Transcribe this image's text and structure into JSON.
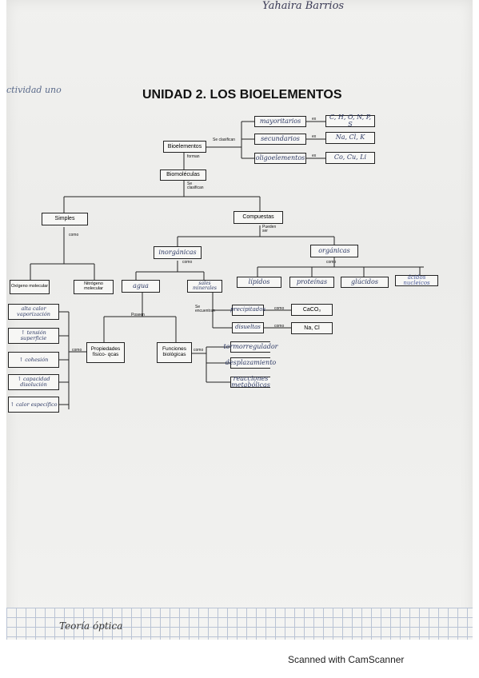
{
  "header": {
    "student_name": "Yahaira Barrios",
    "activity": "ctividad uno",
    "title": "UNIDAD 2. LOS BIOELEMENTOS"
  },
  "map": {
    "bioelementos": "Bioelementos",
    "se_clasifican": "Se clasifican",
    "forman": "forman",
    "mayoritarios": "mayoritarios",
    "secundarios": "secundarios",
    "oligoelementos": "oligoelementos",
    "ex": "ex",
    "ex_mayoritarios": "C, H, O, N, P, S",
    "ex_secundarios": "Na, Cl, K",
    "ex_oligoelementos": "Co, Cu, Li",
    "biomoleculas": "Biomoléculas",
    "se_clasifican_2": "Se clasifican",
    "simples": "Simples",
    "compuestas": "Compuestas",
    "como": "como",
    "pueden_ser": "Pueden ser",
    "oxigeno": "Oxígeno molecular",
    "nitrogeno": "Nitrógeno molecular",
    "inorganicas": "inorgánicas",
    "organicas": "orgánicas",
    "agua": "agua",
    "sales": "sales minerales",
    "lipidos": "lípidos",
    "proteinas": "proteínas",
    "glucidos": "glúcidos",
    "acidos_nucleicos": "ácidos nucleicos",
    "se_encuentran": "Se encuentran",
    "precipitados": "precipitados",
    "disueltas": "disueltas",
    "caco3": "CaCO₃",
    "nacl": "Na, Cl",
    "poseen": "Poseen",
    "propiedades": "Propiedades físico- qcas",
    "funciones": "Funciones biológicas",
    "termorregulador": "termorregulador",
    "desplazamiento": "desplazamiento",
    "reacciones": "reacciones metabólicas",
    "prop1": "alta calor vaporización",
    "prop2": "↑ tensión superficie",
    "prop3": "↑ cohesión",
    "prop4": "↑ capacidad disolución",
    "prop5": "↑ calor específico"
  },
  "footer": {
    "bottom_words": "Teoría  óptica",
    "scanner_credit": "Scanned with CamScanner"
  }
}
